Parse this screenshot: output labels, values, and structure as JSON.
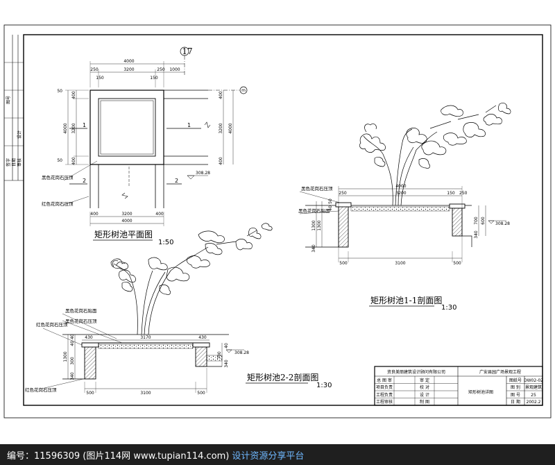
{
  "plan": {
    "axis_17": "17",
    "axis_m": "m",
    "dims_top": [
      "4000",
      "250",
      "3200",
      "250",
      "1000",
      "150",
      "150"
    ],
    "dims_left": [
      "4000",
      "400",
      "3200",
      "400",
      "50",
      "50"
    ],
    "dims_right": [
      "400",
      "3200",
      "400",
      "4000"
    ],
    "dims_bottom": [
      "4000",
      "400",
      "3200",
      "400"
    ],
    "section_marks": [
      "1",
      "1",
      "2",
      "2"
    ],
    "elev": "308.28",
    "label_black": "黑色花岗石压顶",
    "label_red": "红色花岗石压顶",
    "title": "矩形树池平面图",
    "scale": "1:50"
  },
  "section11": {
    "dims_top": [
      "4000",
      "250",
      "3200",
      "150",
      "250"
    ],
    "dims_left": [
      "1300",
      "1300",
      "50",
      "40",
      "340"
    ],
    "dims_right": [
      "700",
      "600",
      "340"
    ],
    "dims_bottom": [
      "500",
      "3100",
      "500"
    ],
    "elev": "308.28",
    "label_black": "黑色花岗石压顶",
    "label_side": "黑色花岗石贴面",
    "title": "矩形树池1-1剖面图",
    "scale": "1:30"
  },
  "section22": {
    "dims_top": [
      "430",
      "3170",
      "430"
    ],
    "dims_left": [
      "40 40",
      "1300",
      "300",
      "340"
    ],
    "dims_right": [
      "40",
      "700",
      "340"
    ],
    "dims_bottom": [
      "500",
      "3100",
      "500"
    ],
    "elev": "308.28",
    "label_black_side": "黑色花岗石贴面",
    "label_black_top": "黑色花岗石压顶",
    "label_red_top": "红色花岗石压顶",
    "label_red_side": "红色花岗石压顶",
    "title": "矩形树池2-2剖面图",
    "scale": "1:30"
  },
  "title_block": {
    "company": "资良美丽建筑设计顾问有限公司",
    "project": "广安县园广场景观工程",
    "drawing_name": "矩形树池详图",
    "rows_left": [
      "总 图 审",
      "项目负责",
      "工程负责",
      "工程审核"
    ],
    "rows_mid": [
      "审 定",
      "校 对",
      "设 计",
      "制 图"
    ],
    "rows_right_label": [
      "图纸号",
      "图 别",
      "图 号",
      "日 期"
    ],
    "rows_right_value": [
      "DW02-02",
      "景观建筑",
      "25",
      "2002.2"
    ]
  },
  "margin_strip": [
    "图号",
    "签字",
    "日期",
    "审核",
    "设计"
  ],
  "footer": {
    "id_text": "编号：11596309 (图片114网 www.tupian114.com)",
    "link_text": "设计资源分享平台"
  }
}
